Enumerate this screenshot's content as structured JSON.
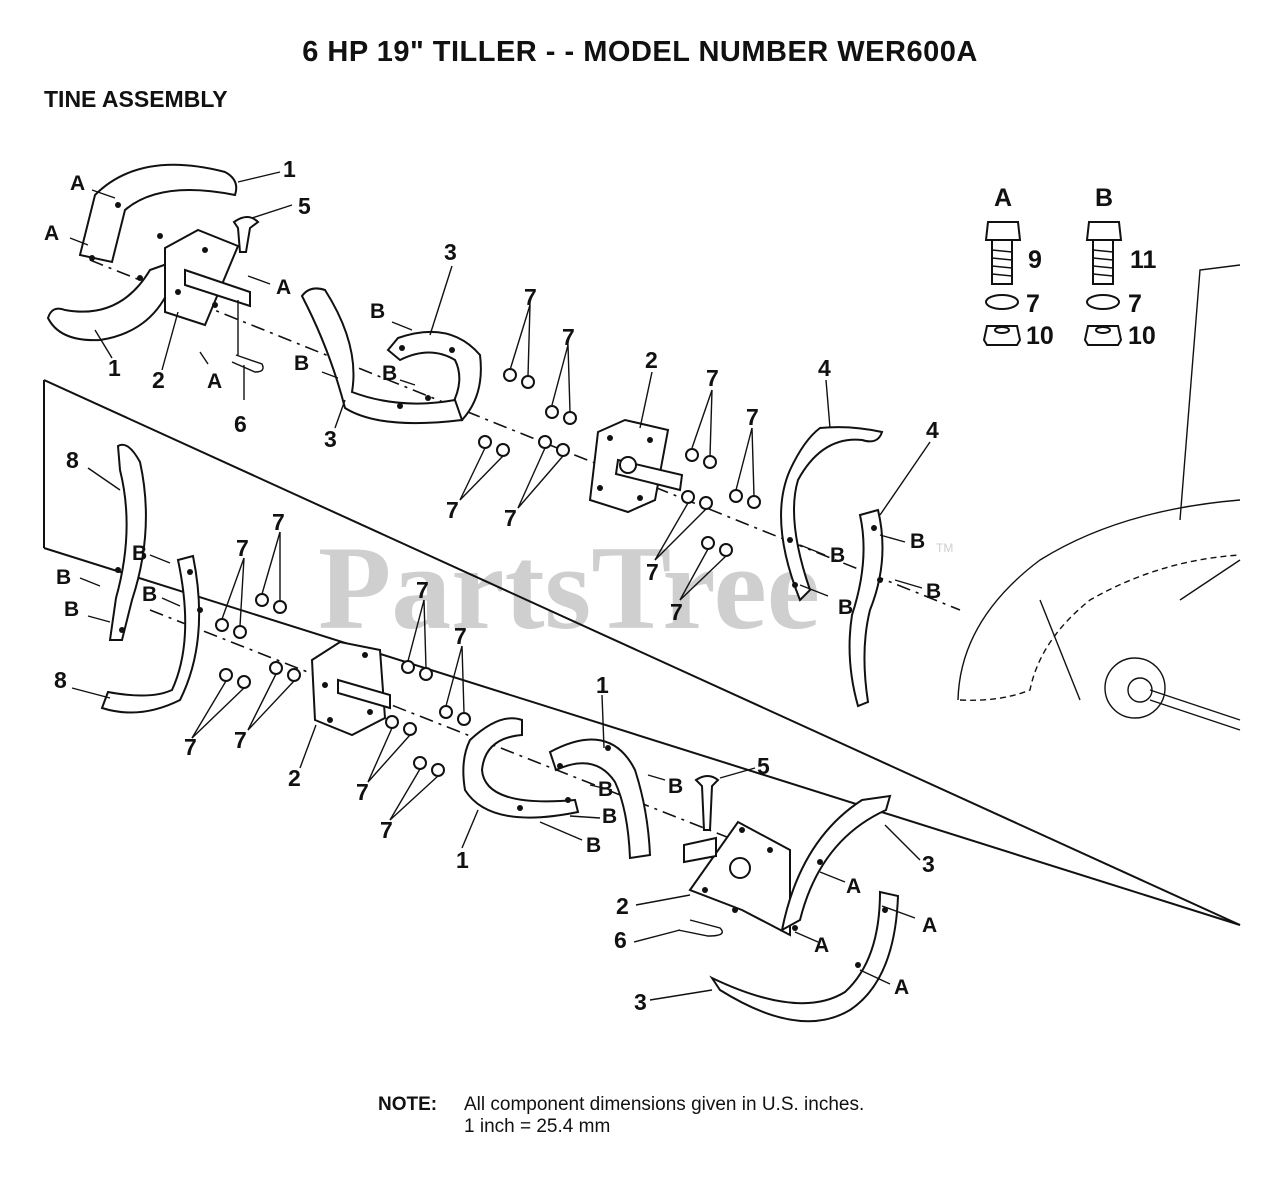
{
  "title": "6 HP 19\" TILLER - - MODEL NUMBER WER600A",
  "section": "TINE ASSEMBLY",
  "watermark": "PartsTree",
  "watermark_tm": "TM",
  "legend": {
    "A": {
      "letter": "A",
      "bolt": "9",
      "lockwasher": "7",
      "nut": "10"
    },
    "B": {
      "letter": "B",
      "bolt": "11",
      "lockwasher": "7",
      "nut": "10"
    }
  },
  "callouts": {
    "c1": "1",
    "c2": "1",
    "c3": "5",
    "c4": "2",
    "c5": "6",
    "c6": "3",
    "c7": "3",
    "c8": "7",
    "c9": "7",
    "c10": "2",
    "c11": "7",
    "c12": "7",
    "c13": "4",
    "c14": "4",
    "c15": "7",
    "c16": "7",
    "c17": "7",
    "c18": "7",
    "c19": "8",
    "c20": "8",
    "c21": "7",
    "c22": "7",
    "c23": "7",
    "c24": "7",
    "c25": "2",
    "c26": "7",
    "c27": "7",
    "c28": "7",
    "c29": "7",
    "c30": "1",
    "c31": "5",
    "c32": "1",
    "c33": "3",
    "c34": "2",
    "c35": "6",
    "c36": "3"
  },
  "letters": {
    "a1": "A",
    "a2": "A",
    "a3": "A",
    "a4": "A",
    "a5": "A",
    "a6": "A",
    "a7": "A",
    "a8": "A",
    "b1": "B",
    "b2": "B",
    "b3": "B",
    "b4": "B",
    "b5": "B",
    "b6": "B",
    "b7": "B",
    "b8": "B",
    "b9": "B",
    "b10": "B",
    "b11": "B",
    "b12": "B",
    "b13": "B",
    "b14": "B",
    "b15": "B",
    "b16": "B"
  },
  "note": {
    "label": "NOTE:",
    "line1": "All component dimensions given in U.S. inches.",
    "line2": "1 inch = 25.4 mm"
  }
}
